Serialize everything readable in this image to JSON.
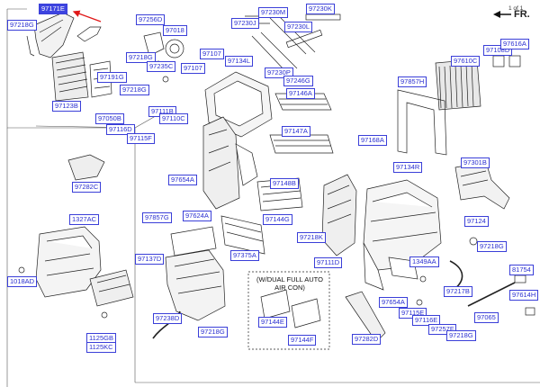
{
  "page_label": "1 of 1",
  "direction_label": "FR.",
  "inset_title_line1": "(W/DUAL FULL AUTO",
  "inset_title_line2": "AIR CON)",
  "highlight_color": "#3d44e0",
  "label_color": "#2a2fd0",
  "arrow_color": "#e01818",
  "callouts": [
    {
      "id": "97171E",
      "text": "97171E",
      "highlight": true
    },
    {
      "id": "97218G_a",
      "text": "97218G"
    },
    {
      "id": "97256D",
      "text": "97256D"
    },
    {
      "id": "97018",
      "text": "97018"
    },
    {
      "id": "97230M",
      "text": "97230M"
    },
    {
      "id": "97230K",
      "text": "97230K"
    },
    {
      "id": "97230J",
      "text": "97230J"
    },
    {
      "id": "97230L",
      "text": "97230L"
    },
    {
      "id": "97218G_b",
      "text": "97218G"
    },
    {
      "id": "97235C",
      "text": "97235C"
    },
    {
      "id": "97107_a",
      "text": "97107"
    },
    {
      "id": "97107_b",
      "text": "97107"
    },
    {
      "id": "97134L",
      "text": "97134L"
    },
    {
      "id": "97230P",
      "text": "97230P"
    },
    {
      "id": "97246G",
      "text": "97246G"
    },
    {
      "id": "97191G",
      "text": "97191G"
    },
    {
      "id": "97218G_c",
      "text": "97218G"
    },
    {
      "id": "97123B",
      "text": "97123B"
    },
    {
      "id": "97050B",
      "text": "97050B"
    },
    {
      "id": "97111B",
      "text": "97111B"
    },
    {
      "id": "97110C",
      "text": "97110C"
    },
    {
      "id": "97116D",
      "text": "97116D"
    },
    {
      "id": "97115F",
      "text": "97115F"
    },
    {
      "id": "97146A",
      "text": "97146A"
    },
    {
      "id": "97610C",
      "text": "97610C"
    },
    {
      "id": "97108D",
      "text": "97108D"
    },
    {
      "id": "97616A",
      "text": "97616A"
    },
    {
      "id": "97857H",
      "text": "97857H"
    },
    {
      "id": "97147A",
      "text": "97147A"
    },
    {
      "id": "97168A",
      "text": "97168A"
    },
    {
      "id": "97134R",
      "text": "97134R"
    },
    {
      "id": "97301B",
      "text": "97301B"
    },
    {
      "id": "97282C",
      "text": "97282C"
    },
    {
      "id": "97654A_a",
      "text": "97654A"
    },
    {
      "id": "97148B",
      "text": "97148B"
    },
    {
      "id": "1327AC",
      "text": "1327AC"
    },
    {
      "id": "97857G",
      "text": "97857G"
    },
    {
      "id": "97624A",
      "text": "97624A"
    },
    {
      "id": "97144G",
      "text": "97144G"
    },
    {
      "id": "97124",
      "text": "97124"
    },
    {
      "id": "97218K",
      "text": "97218K"
    },
    {
      "id": "97218G_d",
      "text": "97218G"
    },
    {
      "id": "97137D",
      "text": "97137D"
    },
    {
      "id": "97375A",
      "text": "97375A"
    },
    {
      "id": "97111D",
      "text": "97111D"
    },
    {
      "id": "1349AA",
      "text": "1349AA"
    },
    {
      "id": "81754",
      "text": "81754"
    },
    {
      "id": "1018AD",
      "text": "1018AD"
    },
    {
      "id": "97217B",
      "text": "97217B"
    },
    {
      "id": "97614H",
      "text": "97614H"
    },
    {
      "id": "97654A_b",
      "text": "97654A"
    },
    {
      "id": "97065",
      "text": "97065"
    },
    {
      "id": "97144E",
      "text": "97144E"
    },
    {
      "id": "97238D",
      "text": "97238D"
    },
    {
      "id": "97115E_a",
      "text": "97115E"
    },
    {
      "id": "97116E",
      "text": "97116E"
    },
    {
      "id": "97257F",
      "text": "97257F"
    },
    {
      "id": "97218G_e",
      "text": "97218G"
    },
    {
      "id": "97218G_f",
      "text": "97218G"
    },
    {
      "id": "97144F",
      "text": "97144F"
    },
    {
      "id": "97282D",
      "text": "97282D"
    },
    {
      "id": "1125GB",
      "text": "1125GB"
    },
    {
      "id": "1125KC",
      "text": "1125KC"
    }
  ]
}
